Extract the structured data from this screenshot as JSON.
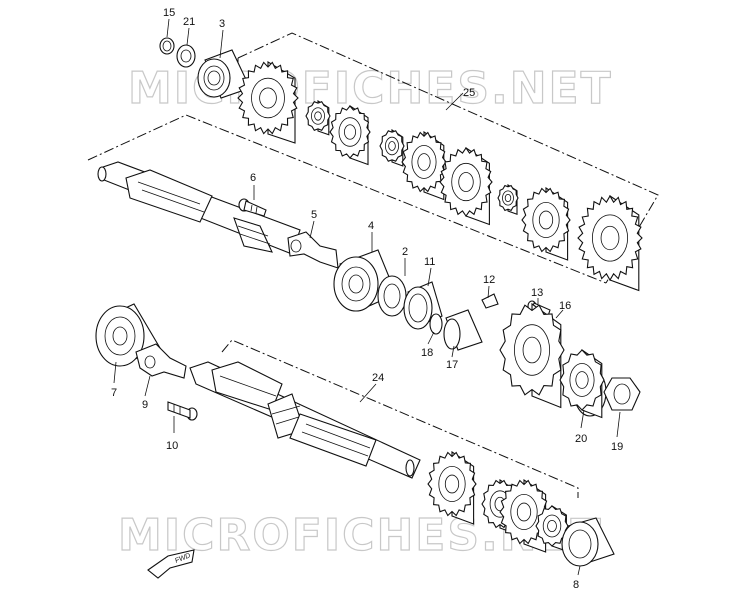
{
  "watermark": {
    "top": "MICROFICHES.NET",
    "bottom": "MICROFICHES.NET"
  },
  "fwd_badge": "FWD",
  "parts": [
    {
      "id": "p15",
      "label": "15"
    },
    {
      "id": "p21",
      "label": "21"
    },
    {
      "id": "p3",
      "label": "3"
    },
    {
      "id": "p25",
      "label": "25"
    },
    {
      "id": "p6",
      "label": "6"
    },
    {
      "id": "p5",
      "label": "5"
    },
    {
      "id": "p4",
      "label": "4"
    },
    {
      "id": "p2",
      "label": "2"
    },
    {
      "id": "p11",
      "label": "11"
    },
    {
      "id": "p12",
      "label": "12"
    },
    {
      "id": "p13",
      "label": "13"
    },
    {
      "id": "p16",
      "label": "16"
    },
    {
      "id": "p18",
      "label": "18"
    },
    {
      "id": "p17",
      "label": "17"
    },
    {
      "id": "p7",
      "label": "7"
    },
    {
      "id": "p9",
      "label": "9"
    },
    {
      "id": "p10",
      "label": "10"
    },
    {
      "id": "p24",
      "label": "24"
    },
    {
      "id": "p20",
      "label": "20"
    },
    {
      "id": "p19",
      "label": "19"
    },
    {
      "id": "p8",
      "label": "8"
    }
  ]
}
